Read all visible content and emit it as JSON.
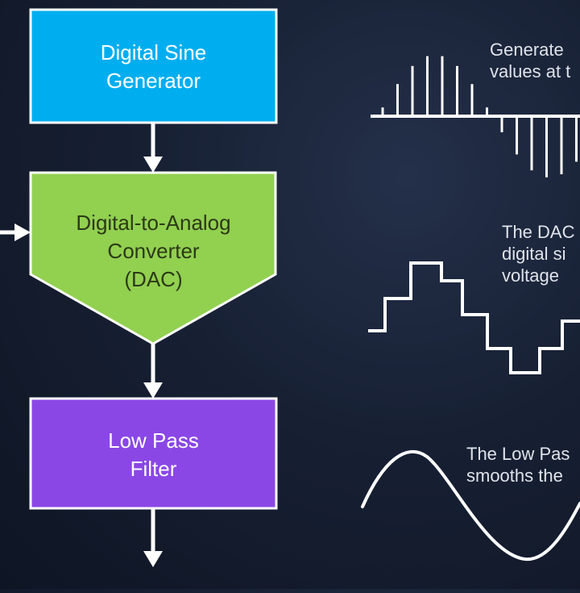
{
  "blocks": {
    "generator": {
      "label": "Digital Sine\nGenerator",
      "fill": "#00aeef"
    },
    "dac": {
      "label": "Digital-to-Analog\nConverter\n(DAC)",
      "fill": "#92d050"
    },
    "filter": {
      "label": "Low Pass\nFilter",
      "fill": "#8a47e6"
    }
  },
  "annotations": {
    "generate": "Generate\nvalues at t",
    "dac": "The DAC\ndigital si\nvoltage",
    "filter": "The Low Pas\nsmooths the"
  },
  "colors": {
    "stroke": "#ffffff",
    "generator_text": "#ffffff",
    "dac_text": "#2b3a16",
    "filter_text": "#ffffff"
  }
}
